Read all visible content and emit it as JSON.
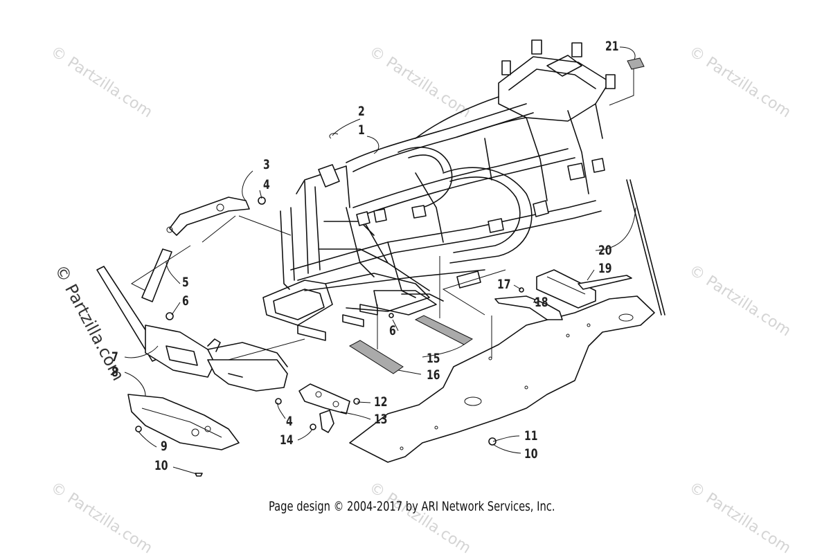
{
  "callouts": {
    "c1": "1",
    "c2": "2",
    "c3": "3",
    "c4a": "4",
    "c4b": "4",
    "c5": "5",
    "c6a": "6",
    "c6b": "6",
    "c7": "7",
    "c8": "8",
    "c9": "9",
    "c10a": "10",
    "c10b": "10",
    "c11": "11",
    "c12": "12",
    "c13": "13",
    "c14": "14",
    "c15": "15",
    "c16": "16",
    "c17": "17",
    "c18": "18",
    "c19": "19",
    "c20": "20",
    "c21": "21"
  },
  "watermark": {
    "text": "© Partzilla.com"
  },
  "footer": {
    "text": "Page design © 2004-2017 by ARI Network Services, Inc."
  }
}
